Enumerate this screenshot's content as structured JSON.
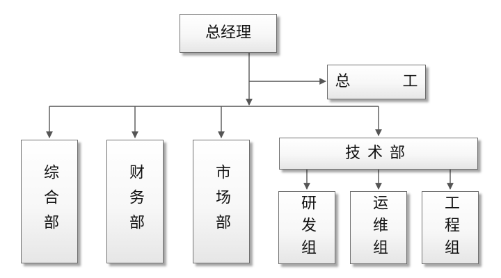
{
  "diagram": {
    "general_manager": "总经理",
    "chief_engineer": "总 工",
    "tech_department": "技术部",
    "departments": {
      "comprehensive": "综合部",
      "finance": "财务部",
      "market": "市场部"
    },
    "tech_groups": {
      "rd": "研发组",
      "operations": "运维组",
      "engineering": "工程组"
    }
  },
  "colors": {
    "line": "#555555",
    "border": "#6f6f6f",
    "text": "#111111"
  }
}
